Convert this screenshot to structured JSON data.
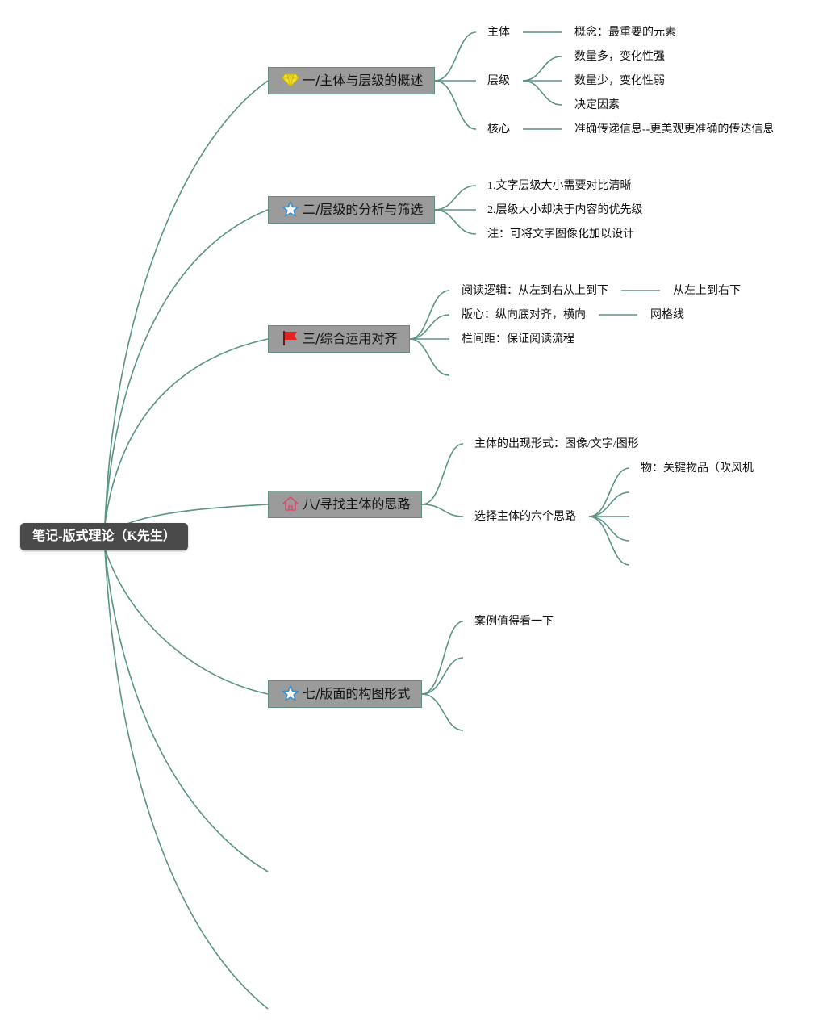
{
  "root": "笔记-版式理论（K先生）",
  "topics": [
    {
      "label": "一/主体与层级的概述",
      "icon": "diamond-icon",
      "color": "#e8d21a"
    },
    {
      "label": "二/层级的分析与筛选",
      "icon": "star-icon",
      "color": "#3a8fd0"
    },
    {
      "label": "三/综合运用对齐",
      "icon": "flag-icon",
      "color": "#e02424"
    },
    {
      "label": "八/寻找主体的思路",
      "icon": "home-icon",
      "color": "#d94c6e"
    },
    {
      "label": "七/版面的构图形式",
      "icon": "star-icon",
      "color": "#3a8fd0"
    }
  ],
  "t1": {
    "zhuti": "主体",
    "gainian": "概念：最重要的元素",
    "cengji": "层级",
    "cengji_items": [
      "数量多，变化性强",
      "数量少，变化性弱",
      "决定因素"
    ],
    "hexin": "核心",
    "hexin_detail": "准确传递信息--更美观更准确的传达信息"
  },
  "t2": {
    "items": [
      "1.文字层级大小需要对比清晰",
      "2.层级大小却决于内容的优先级",
      "注：可将文字图像化加以设计"
    ]
  },
  "t3": {
    "yuedu": "阅读逻辑：从左到右从上到下",
    "yuedu_detail": "从左上到右下",
    "banxin": "版心：纵向底对齐，横向",
    "banxin_detail": "网格线",
    "lanjianju": "栏间距：保证阅读流程"
  },
  "t8": {
    "form": "主体的出现形式：图像/文字/图形",
    "six": "选择主体的六个思路",
    "wu": "物：关键物品（吹风机"
  },
  "t7": {
    "case": "案例值得看一下"
  },
  "colors": {
    "line": "#5a9482",
    "topic_bg": "#9b9b9b",
    "root_bg": "#4a4a4a"
  }
}
